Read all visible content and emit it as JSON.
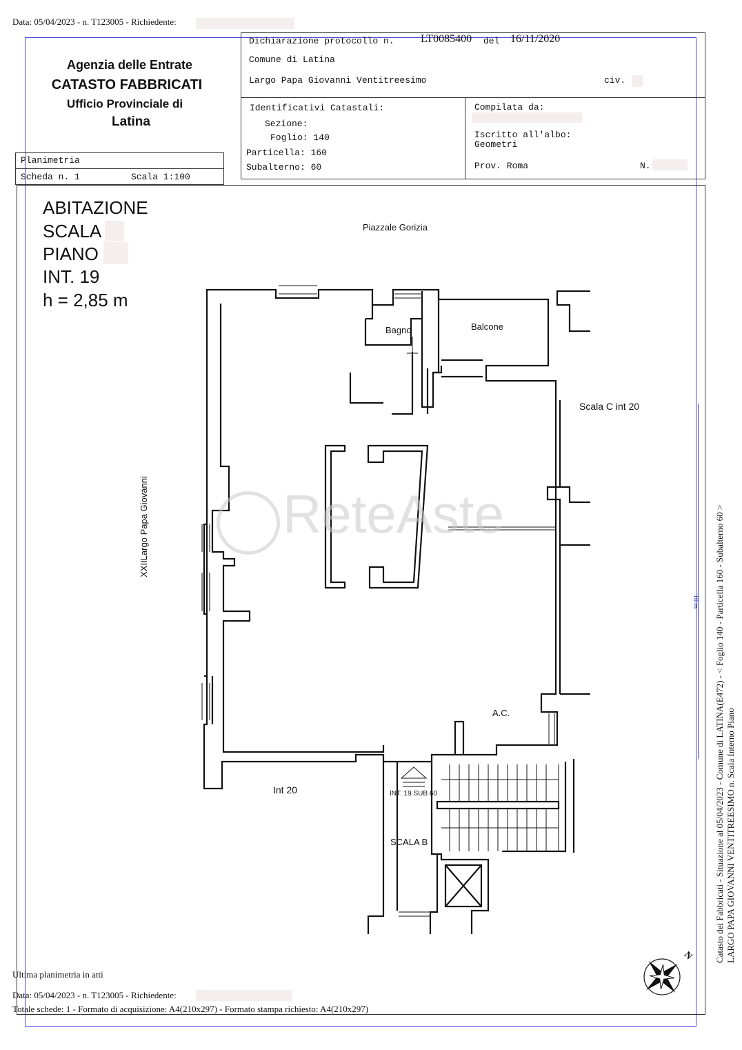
{
  "header": {
    "top_line": "Data: 05/04/2023 - n. T123005 - Richiedente:"
  },
  "agency": {
    "line1": "Agenzia delle Entrate",
    "line2": "CATASTO FABBRICATI",
    "line3": "Ufficio Provinciale di",
    "line4": "Latina"
  },
  "protocol": {
    "line1": "Dichiarazione protocollo n.",
    "number": "LT0085400",
    "del": "del",
    "date": "16/11/2020",
    "comune": "Comune di Latina",
    "address": "Largo Papa Giovanni Ventitreesimo",
    "civ": "civ."
  },
  "identificativi": {
    "title": "Identificativi Catastali:",
    "sezione": "Sezione:",
    "foglio": "Foglio: 140",
    "particella": "Particella: 160",
    "subalterno": "Subalterno: 60"
  },
  "compilata": {
    "title": "Compilata da:",
    "iscritto": "Iscritto all'albo:",
    "albo": "Geometri",
    "prov": "Prov. Roma",
    "n": "N."
  },
  "planimetria": {
    "label": "Planimetria",
    "scheda": "Scheda n. 1",
    "scala": "Scala 1:100"
  },
  "unit": {
    "type": "ABITAZIONE",
    "scala": "SCALA",
    "piano": "PIANO",
    "interno": "INT. 19",
    "height": "h = 2,85 m"
  },
  "plan_labels": {
    "piazzale": "Piazzale Gorizia",
    "bagno": "Bagno",
    "balcone": "Balcone",
    "scala_c": "Scala C int 20",
    "street": "XXIILargo Papa Giovanni",
    "ac": "A.C.",
    "int20": "Int 20",
    "sub_marker": "INT. 19 SUB 60",
    "scala_b": "SCALA B"
  },
  "watermark": "ReteAste",
  "side_text": {
    "line1": "Catasto dei Fabbricati - Situazione al 05/04/2023 - Comune di LATINA(E472) - < Foglio 140 - Particella 160 - Subalterno 60 >",
    "line2": "LARGO PAPA GIOVANNI VENTITREESIMO n.      Scala      Interno      Piano",
    "margin_mark": "10 m"
  },
  "footer": {
    "ultima": "Ultima planimetria in atti",
    "data_line": "Data: 05/04/2023 - n. T123005 - Richiedente:",
    "totale": "Totale schede: 1 - Formato di acquisizione: A4(210x297)  - Formato stampa richiesto: A4(210x297)"
  },
  "compass_label": "N"
}
